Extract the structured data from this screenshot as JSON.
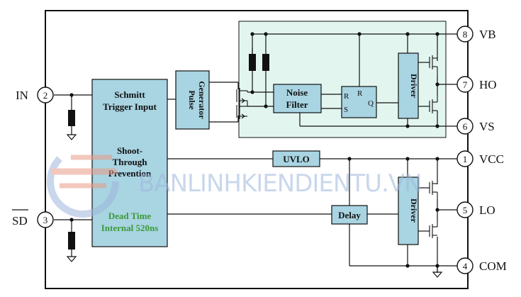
{
  "blocks": {
    "schmitt_line1": "Schmitt",
    "schmitt_line2": "Trigger Input",
    "shoot_line1": "Shoot-",
    "shoot_line2": "Through",
    "shoot_line3": "Prevention",
    "deadtime_line1": "Dead Time",
    "deadtime_line2": "Internal 520ns",
    "pulse_line1": "Pulse",
    "pulse_line2": "Generator",
    "noise_line1": "Noise",
    "noise_line2": "Filter",
    "rs_r1": "R",
    "rs_s": "S",
    "rs_r2": "R",
    "rs_q": "Q",
    "driver_high": "Driver",
    "driver_low": "Driver",
    "uvlo": "UVLO",
    "delay": "Delay"
  },
  "pins": {
    "in_label": "IN",
    "in_num": "2",
    "sd_label": "SD",
    "sd_num": "3",
    "vb_label": "VB",
    "vb_num": "8",
    "ho_label": "HO",
    "ho_num": "7",
    "vs_label": "VS",
    "vs_num": "6",
    "vcc_label": "VCC",
    "vcc_num": "1",
    "lo_label": "LO",
    "lo_num": "5",
    "com_label": "COM",
    "com_num": "4"
  },
  "watermark": "BANLINHKIENDIENTU.VN",
  "colors": {
    "block_fill": "#a9d4e2",
    "highside_fill": "#e2f6ef",
    "deadtime_text": "#3c9a3c",
    "outline": "#111111"
  }
}
